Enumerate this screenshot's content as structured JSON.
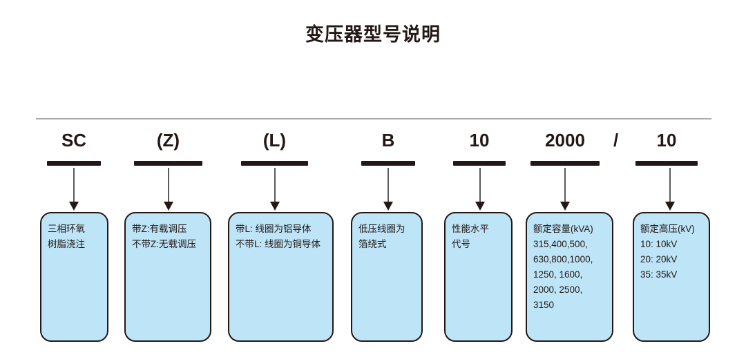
{
  "title": "变压器型号说明",
  "colors": {
    "box_fill": "#bde4f7",
    "box_border": "#231815",
    "text": "#231815",
    "rule": "#a8a8a8",
    "arrow_shaft": "#5a5a5a"
  },
  "separator": "/",
  "segments": [
    {
      "code": "SC",
      "lines": [
        "三相环氧",
        "树脂浇注"
      ]
    },
    {
      "code": "(Z)",
      "lines": [
        "带Z:有载调压",
        "不带Z:无载调压"
      ]
    },
    {
      "code": "(L)",
      "lines": [
        "带L: 线圈为铝导体",
        "不带L: 线圈为铜导体"
      ]
    },
    {
      "code": "B",
      "lines": [
        "低压线圈为",
        "箔绕式"
      ]
    },
    {
      "code": "10",
      "lines": [
        "性能水平",
        "代号"
      ]
    },
    {
      "code": "2000",
      "lines": [
        "额定容量(kVA)",
        "315,400,500,",
        "630,800,1000,",
        "1250, 1600,",
        "2000, 2500,",
        "3150"
      ]
    },
    {
      "code": "10",
      "lines": [
        "额定高压(kV)",
        "10: 10kV",
        "20: 20kV",
        "35: 35kV"
      ]
    }
  ]
}
